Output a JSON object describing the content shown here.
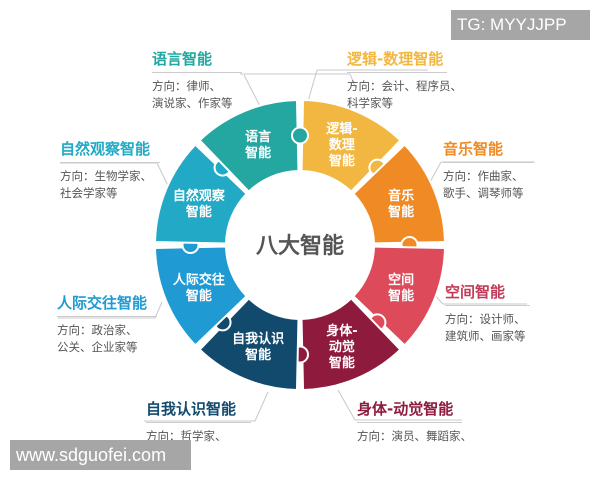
{
  "diagram": {
    "center_label": "八大智能",
    "segments": [
      {
        "id": "logic",
        "label_lines": [
          "逻辑-",
          "数理",
          "智能"
        ],
        "color": "#f2b740"
      },
      {
        "id": "music",
        "label_lines": [
          "音乐",
          "智能"
        ],
        "color": "#f08a24"
      },
      {
        "id": "spatial",
        "label_lines": [
          "空间",
          "智能"
        ],
        "color": "#dd4a5a"
      },
      {
        "id": "bodily",
        "label_lines": [
          "身体-",
          "动觉",
          "智能"
        ],
        "color": "#8e1b3d"
      },
      {
        "id": "intrapersonal",
        "label_lines": [
          "自我认识",
          "智能"
        ],
        "color": "#124a6e"
      },
      {
        "id": "interpersonal",
        "label_lines": [
          "人际交往",
          "智能"
        ],
        "color": "#1f9ad2"
      },
      {
        "id": "naturalist",
        "label_lines": [
          "自然观察",
          "智能"
        ],
        "color": "#22a9c6"
      },
      {
        "id": "linguistic",
        "label_lines": [
          "语言",
          "智能"
        ],
        "color": "#25a7a1"
      }
    ],
    "callouts": [
      {
        "id": "linguistic",
        "title": "语言智能",
        "title_color": "#25a7a1",
        "desc_lines": [
          "方向：律师、",
          "演说家、作家等"
        ]
      },
      {
        "id": "logic",
        "title": "逻辑-数理智能",
        "title_color": "#f2b740",
        "desc_lines": [
          "方向：会计、程序员、",
          "科学家等"
        ]
      },
      {
        "id": "naturalist",
        "title": "自然观察智能",
        "title_color": "#22a9c6",
        "desc_lines": [
          "方向：生物学家、",
          "社会学家等"
        ]
      },
      {
        "id": "music",
        "title": "音乐智能",
        "title_color": "#f08a24",
        "desc_lines": [
          "方向：作曲家、",
          "歌手、调琴师等"
        ]
      },
      {
        "id": "interpersonal",
        "title": "人际交往智能",
        "title_color": "#1f9ad2",
        "desc_lines": [
          "方向：政治家、",
          "公关、企业家等"
        ]
      },
      {
        "id": "spatial",
        "title": "空间智能",
        "title_color": "#c23c5a",
        "desc_lines": [
          "方向：设计师、",
          "建筑师、画家等"
        ]
      },
      {
        "id": "intrapersonal",
        "title": "自我认识智能",
        "title_color": "#124a6e",
        "desc_lines": [
          "方向：哲学家、"
        ]
      },
      {
        "id": "bodily",
        "title": "身体-动觉智能",
        "title_color": "#8e1b3d",
        "desc_lines": [
          "方向：演员、舞蹈家、"
        ]
      }
    ]
  },
  "watermarks": {
    "top_right": "TG: MYYJJPP",
    "bottom_left": "www.sdguofei.com"
  }
}
